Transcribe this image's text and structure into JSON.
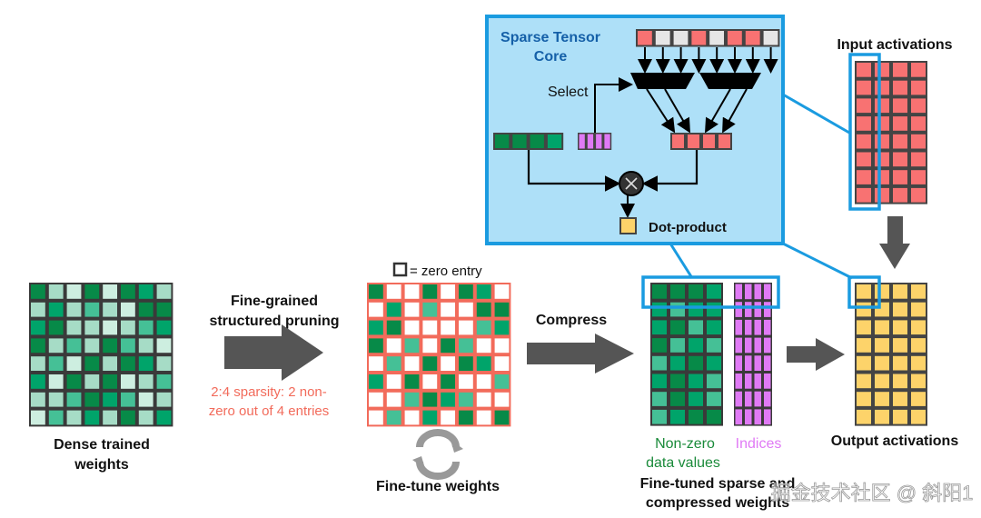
{
  "dense": {
    "label_line1": "Dense trained",
    "label_line2": "weights"
  },
  "pruning": {
    "title_line1": "Fine-grained",
    "title_line2": "structured pruning",
    "note_line1": "2:4 sparsity: 2 non-",
    "note_line2": "zero out of 4 entries"
  },
  "sparse": {
    "legend": "= zero entry",
    "finetune_label": "Fine-tune weights"
  },
  "compress": {
    "label": "Compress"
  },
  "compressed": {
    "nonzero_line1": "Non-zero",
    "nonzero_line2": "data values",
    "indices": "Indices",
    "caption_line1": "Fine-tuned sparse and",
    "caption_line2": "compressed weights"
  },
  "tensor_core": {
    "title_line1": "Sparse Tensor",
    "title_line2": "Core",
    "select": "Select",
    "dot_product": "Dot-product"
  },
  "input_label": "Input activations",
  "output_label": "Output activations",
  "watermark": "掘金技术社区 @ 斜阳1",
  "colors": {
    "green_dark": "#078a48",
    "green_mid": "#00a46a",
    "green_light": "#45c096",
    "green_pale": "#a6dcc6",
    "green_palest": "#cdeee0",
    "sparse_border": "#f26b5b",
    "activation_red": "#f87272",
    "output_yellow": "#fdd36a",
    "indices_purple": "#e07af5",
    "core_fill": "#aee0f8",
    "core_border": "#1a9be0",
    "core_title": "#1560a8",
    "arrow_gray": "#555555"
  }
}
